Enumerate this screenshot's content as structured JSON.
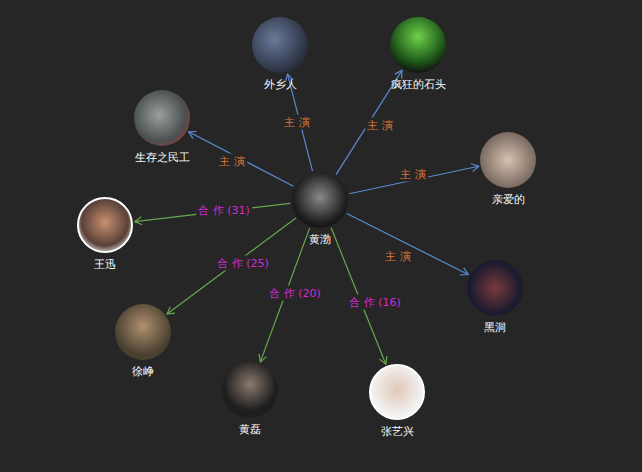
{
  "diagram": {
    "nodes": [
      {
        "text": [
          "外乡人"
        ]
      },
      {
        "text": [
          "疯狂的石头"
        ]
      },
      {
        "text": [
          "生存之民工"
        ]
      },
      {
        "text": [
          "亲爱的"
        ]
      },
      {
        "text": [
          "黄渤"
        ]
      },
      {
        "text": [
          "王迅"
        ]
      },
      {
        "text": [
          "黑洞"
        ]
      },
      {
        "text": [
          "徐峥"
        ]
      },
      {
        "text": [
          "黄磊"
        ]
      },
      {
        "text": [
          "张艺兴"
        ]
      }
    ],
    "edges": [
      {
        "from": 4,
        "to": 0,
        "arrow": "to",
        "label": "主 演"
      },
      {
        "from": 4,
        "to": 1,
        "arrow": "to",
        "label": "主 演"
      },
      {
        "from": 4,
        "to": 2,
        "arrow": "to",
        "label": "主 演"
      },
      {
        "from": 4,
        "to": 3,
        "arrow": "to",
        "label": "主 演"
      },
      {
        "from": 4,
        "to": 6,
        "arrow": "to",
        "label": "主 演"
      },
      {
        "from": 4,
        "to": 5,
        "arrow": "to",
        "label": "合 作 (31)"
      },
      {
        "from": 4,
        "to": 7,
        "arrow": "to",
        "label": "合 作 (25)"
      },
      {
        "from": 4,
        "to": 8,
        "arrow": "to",
        "label": "合 作 (20)"
      },
      {
        "from": 4,
        "to": 9,
        "arrow": "to",
        "label": "合 作 (16)"
      }
    ]
  }
}
